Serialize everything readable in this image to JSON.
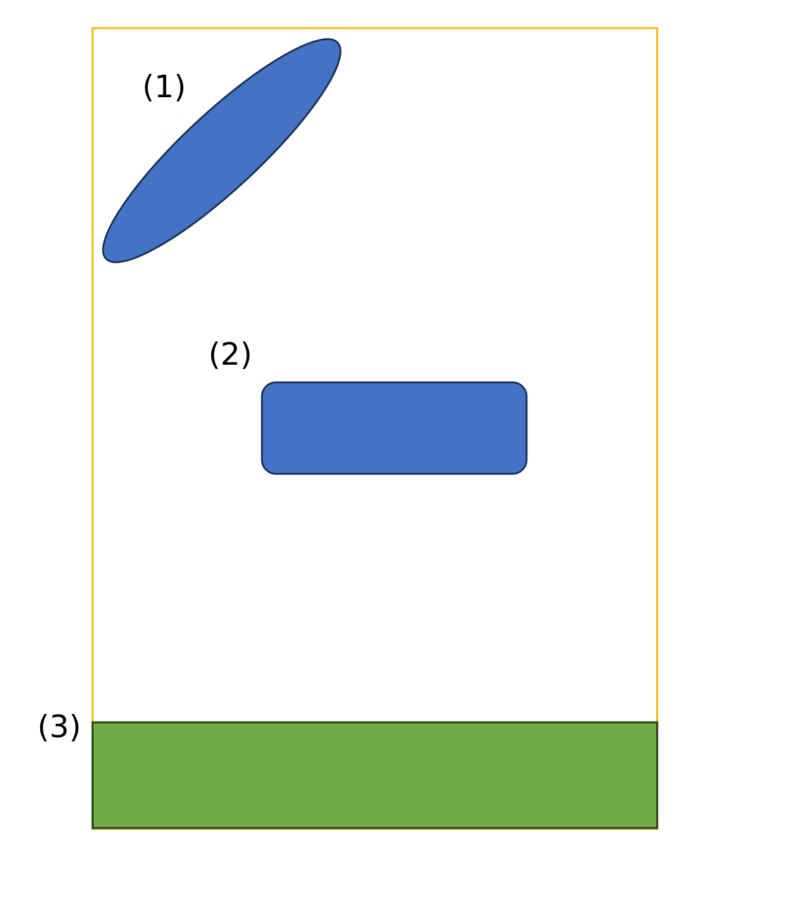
{
  "colors": {
    "frame_border": "#F0BE1E",
    "blue_fill": "#4472C4",
    "blue_stroke": "#172C51",
    "green_fill": "#70AD47",
    "green_stroke": "#2D4A1A",
    "label_text": "#000000"
  },
  "shapes": [
    {
      "label": "(1)",
      "kind": "rotated-ellipse",
      "fill": "blue"
    },
    {
      "label": "(2)",
      "kind": "rounded-rectangle",
      "fill": "blue"
    },
    {
      "label": "(3)",
      "kind": "rectangle",
      "fill": "green"
    }
  ]
}
